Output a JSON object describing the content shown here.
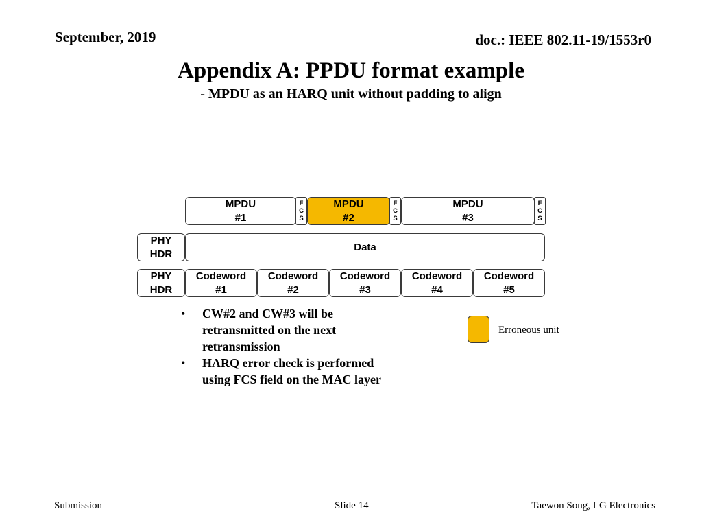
{
  "header": {
    "date": "September, 2019",
    "doc": "doc.: IEEE 802.11-19/1553r0"
  },
  "title": "Appendix A: PPDU format example",
  "subtitle": "- MPDU as an HARQ unit without padding to align",
  "diagram": {
    "mpdu_row": [
      {
        "label": "MPDU\n#1",
        "erroneous": false
      },
      {
        "label": "MPDU\n#2",
        "erroneous": true
      },
      {
        "label": "MPDU\n#3",
        "erroneous": false
      }
    ],
    "fcs_letters": [
      "F",
      "C",
      "S"
    ],
    "fcs_erroneous": [
      false,
      false,
      false
    ],
    "data_row": {
      "phy_hdr": "PHY\nHDR",
      "data": "Data"
    },
    "codeword_row": {
      "phy_hdr": "PHY\nHDR",
      "codewords": [
        {
          "label": "Codeword\n#1",
          "erroneous": false
        },
        {
          "label": "Codeword\n#2",
          "erroneous": false
        },
        {
          "label": "Codeword\n#3",
          "erroneous": false
        },
        {
          "label": "Codeword\n#4",
          "erroneous": false
        },
        {
          "label": "Codeword\n#5",
          "erroneous": false
        }
      ]
    }
  },
  "bullets": [
    "CW#2 and CW#3 will be retransmitted on the next retransmission",
    "HARQ error check is performed using FCS field on the MAC layer"
  ],
  "bullet_symbol": "•",
  "legend": {
    "label": "Erroneous unit",
    "color": "#f5b800"
  },
  "footer": {
    "left": "Submission",
    "center": "Slide 14",
    "right": "Taewon Song, LG Electronics"
  }
}
